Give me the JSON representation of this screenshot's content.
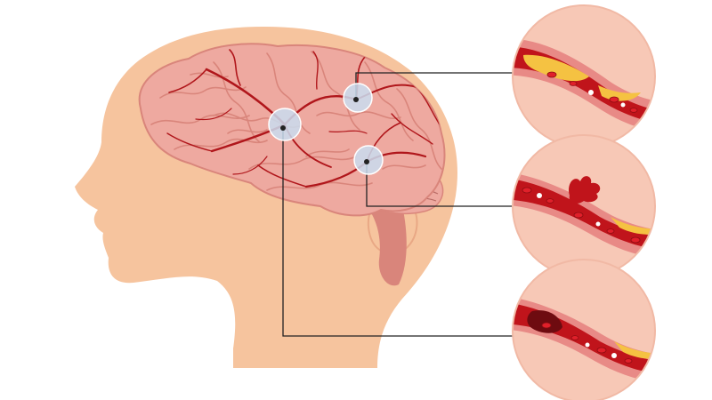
{
  "illustration": {
    "subject": "head-with-brain-and-vessel-insets",
    "markers": [
      {
        "name": "marker-frontal",
        "inset": "inset-top"
      },
      {
        "name": "marker-parietal",
        "inset": "inset-middle"
      },
      {
        "name": "marker-temporal",
        "inset": "inset-bottom"
      }
    ],
    "insets": [
      {
        "name": "inset-top",
        "depicts": "plaque-narrowed-artery"
      },
      {
        "name": "inset-middle",
        "depicts": "ruptured-artery-bleed"
      },
      {
        "name": "inset-bottom",
        "depicts": "clot-blocked-artery"
      }
    ]
  },
  "colors": {
    "skin": "#f6c49e",
    "skin_shadow": "#e9a885",
    "brain": "#eea9a0",
    "brain_fold": "#d9857b",
    "vessel": "#b0161b",
    "inset_bg": "#f7c8b6",
    "blood": "#c0141b",
    "plaque": "#f5c242",
    "marker_fill": "#c9ddf0",
    "leader_line": "#222222"
  }
}
